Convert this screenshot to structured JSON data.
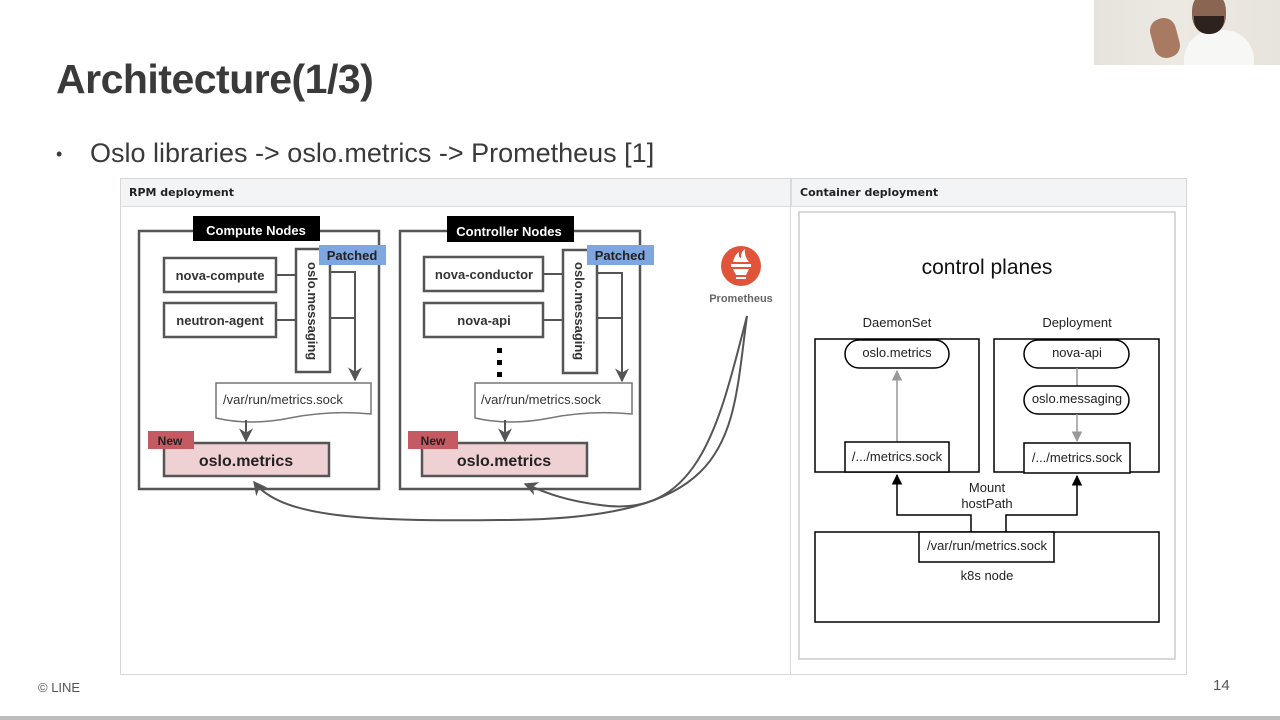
{
  "slide": {
    "title": "Architecture(1/3)",
    "bullet_marker": "•",
    "bullet": "Oslo libraries -> oslo.metrics -> Prometheus [1]",
    "footer_copyright": "© LINE",
    "page_number": "14"
  },
  "webcam": {
    "label": "presenter-video"
  },
  "rpm": {
    "header": "RPM deployment",
    "compute": {
      "title": "Compute Nodes",
      "services": [
        "nova-compute",
        "neutron-agent"
      ],
      "messaging": "oslo.messaging",
      "patched_badge": "Patched",
      "socket": "/var/run/metrics.sock",
      "new_badge": "New",
      "metrics": "oslo.metrics"
    },
    "controller": {
      "title": "Controller Nodes",
      "services": [
        "nova-conductor",
        "nova-api"
      ],
      "ellipsis": "⋮",
      "messaging": "oslo.messaging",
      "patched_badge": "Patched",
      "socket": "/var/run/metrics.sock",
      "new_badge": "New",
      "metrics": "oslo.metrics"
    },
    "prometheus_label": "Prometheus"
  },
  "container": {
    "header": "Container deployment",
    "title": "control planes",
    "daemonset": {
      "label": "DaemonSet",
      "metrics": "oslo.metrics",
      "socket": "/.../metrics.sock"
    },
    "deployment": {
      "label": "Deployment",
      "api": "nova-api",
      "messaging": "oslo.messaging",
      "socket": "/.../metrics.sock"
    },
    "mount_label_1": "Mount",
    "mount_label_2": "hostPath",
    "node_socket": "/var/run/metrics.sock",
    "node_label": "k8s node"
  },
  "colors": {
    "patched": "#7ea6e0",
    "new": "#c65a62",
    "metrics_fill": "#f0d1d3",
    "prometheus": "#e0543a",
    "node_title_bg": "#000000"
  }
}
